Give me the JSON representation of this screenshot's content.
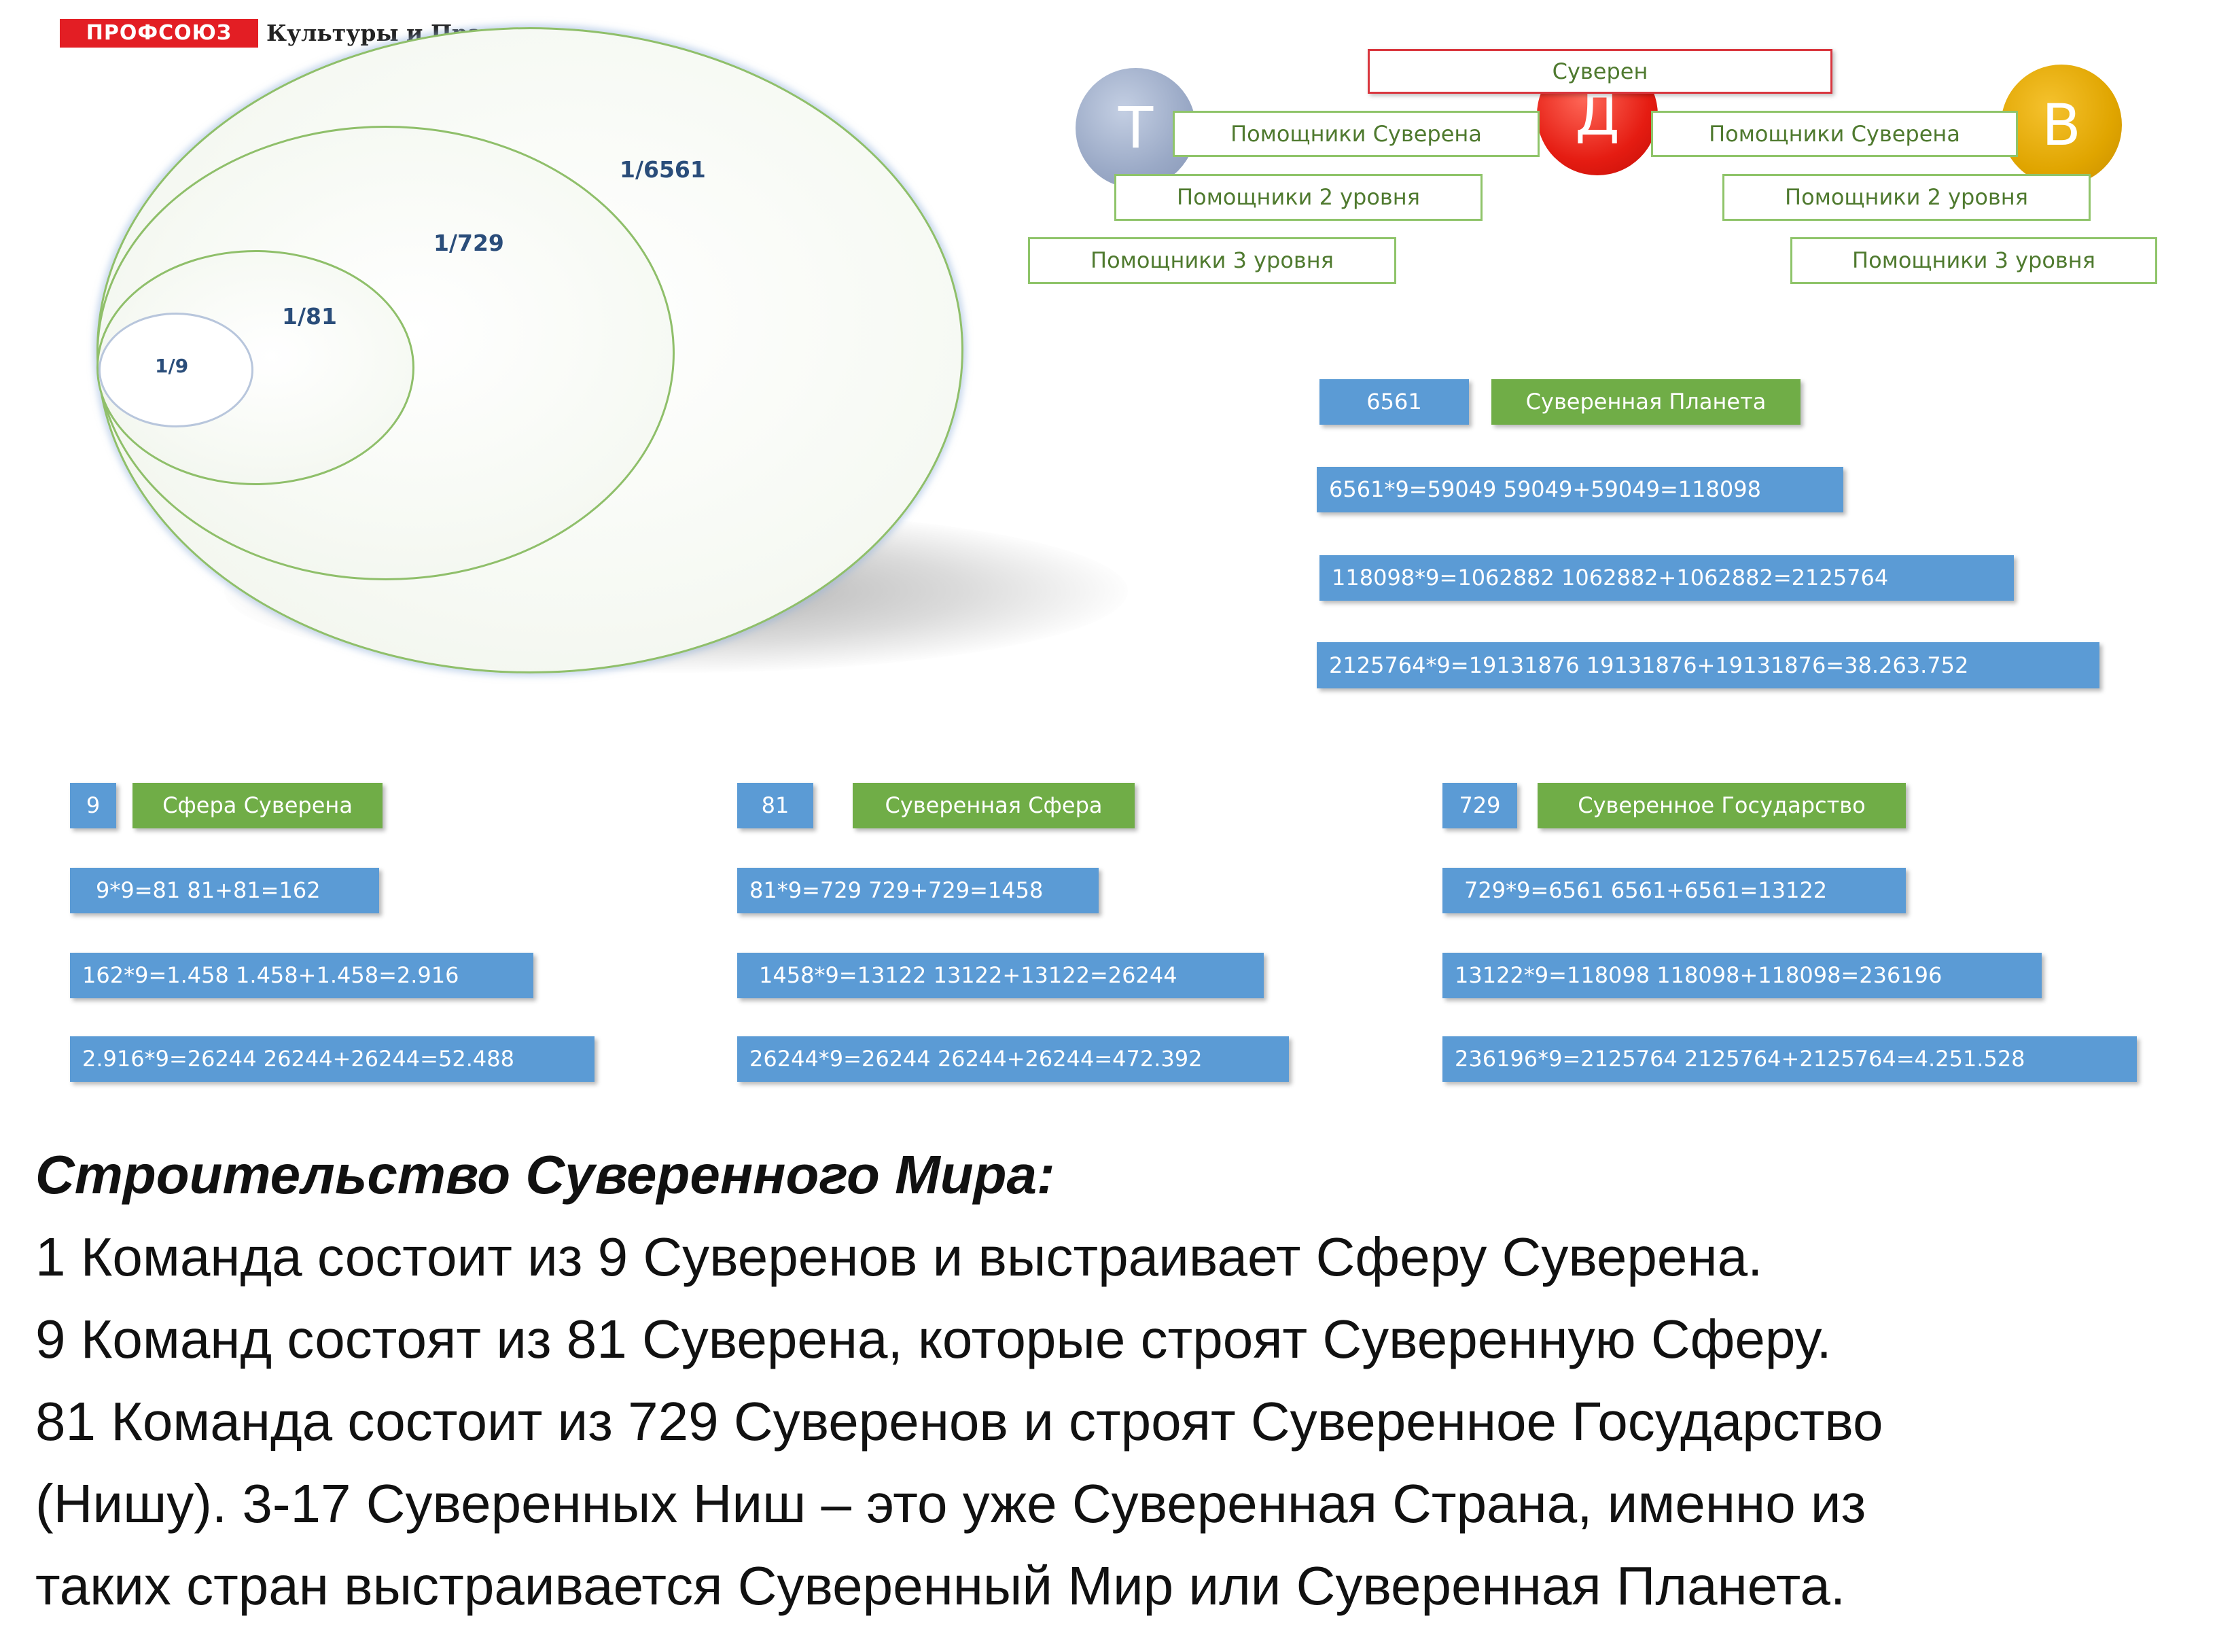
{
  "logo": {
    "badge": "ПРОФСОЮЗ",
    "text": "Культуры и Права"
  },
  "rings": {
    "r1": "1/6561",
    "r2": "1/729",
    "r3": "1/81",
    "r4": "1/9"
  },
  "hierarchy": {
    "sovereign": "Суверен",
    "left_letter": "Т",
    "center_letter": "Д",
    "right_letter": "В",
    "assistants": "Помощники Суверена",
    "level2": "Помощники 2 уровня",
    "level3": "Помощники 3 уровня"
  },
  "planet": {
    "number": "6561",
    "label": "Суверенная Планета",
    "calcs": [
      "6561*9=59049 59049+59049=118098",
      "118098*9=1062882 1062882+1062882=2125764",
      "2125764*9=19131876 19131876+19131876=38.263.752"
    ]
  },
  "groups": [
    {
      "number": "9",
      "label": "Сфера Суверена",
      "calcs": [
        "9*9=81 81+81=162",
        "162*9=1.458 1.458+1.458=2.916",
        "2.916*9=26244 26244+26244=52.488"
      ]
    },
    {
      "number": "81",
      "label": "Суверенная Сфера",
      "calcs": [
        "81*9=729 729+729=1458",
        "1458*9=13122 13122+13122=26244",
        "26244*9=26244 26244+26244=472.392"
      ]
    },
    {
      "number": "729",
      "label": "Суверенное Государство",
      "calcs": [
        "729*9=6561 6561+6561=13122",
        "13122*9=118098 118098+118098=236196",
        "236196*9=2125764 2125764+2125764=4.251.528"
      ]
    }
  ],
  "text": {
    "heading": "Строительство Суверенного Мира:",
    "lines": [
      "1 Команда состоит из 9 Суверенов и выстраивает Сферу Суверена.",
      "9 Команд состоят из 81 Суверена, которые строят Суверенную Сферу.",
      "81 Команда состоит из 729 Суверенов и строят Суверенное Государство",
      "(Нишу). 3-17 Суверенных Ниш – это уже Суверенная Страна, именно из",
      "таких стран выстраивается Суверенный Мир или Суверенная Планета."
    ]
  }
}
